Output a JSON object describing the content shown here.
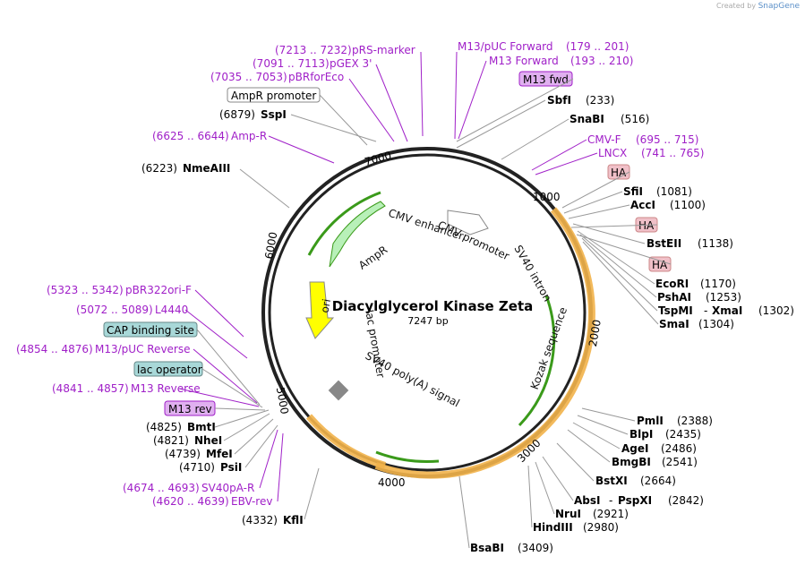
{
  "credit": {
    "prefix": "Created by",
    "brand": "SnapGene"
  },
  "plasmid": {
    "name": "Diacylglycerol Kinase Zeta",
    "size": "7247 bp"
  },
  "ticks": [
    "1000",
    "2000",
    "3000",
    "4000",
    "5000",
    "6000",
    "7000"
  ],
  "primers": [
    {
      "range": "(7213 .. 7232)",
      "name": "pRS-marker"
    },
    {
      "range": "(7091 .. 7113)",
      "name": "pGEX 3'"
    },
    {
      "range": "(7035 .. 7053)",
      "name": "pBRforEco"
    },
    {
      "range": "(6625 .. 6644)",
      "name": "Amp-R"
    },
    {
      "range": "(179 .. 201)",
      "name": "M13/pUC Forward"
    },
    {
      "range": "(193 .. 210)",
      "name": "M13 Forward"
    },
    {
      "range": "(695 .. 715)",
      "name": "CMV-F"
    },
    {
      "range": "(741 .. 765)",
      "name": "LNCX"
    },
    {
      "range": "(5323 .. 5342)",
      "name": "pBR322ori-F"
    },
    {
      "range": "(5072 .. 5089)",
      "name": "L4440"
    },
    {
      "range": "(4854 .. 4876)",
      "name": "M13/pUC Reverse"
    },
    {
      "range": "(4841 .. 4857)",
      "name": "M13 Reverse"
    },
    {
      "range": "(4674 .. 4693)",
      "name": "SV40pA-R"
    },
    {
      "range": "(4620 .. 4639)",
      "name": "EBV-rev"
    }
  ],
  "sites": [
    {
      "name": "SbfI",
      "pos": "(233)"
    },
    {
      "name": "SnaBI",
      "pos": "(516)"
    },
    {
      "name": "SfiI",
      "pos": "(1081)"
    },
    {
      "name": "AccI",
      "pos": "(1100)"
    },
    {
      "name": "BstEII",
      "pos": "(1138)"
    },
    {
      "name": "EcoRI",
      "pos": "(1170)"
    },
    {
      "name": "PshAI",
      "pos": "(1253)"
    },
    {
      "name": "TspMI",
      "pos": "(1302)",
      "alt": "XmaI"
    },
    {
      "name": "SmaI",
      "pos": "(1304)"
    },
    {
      "name": "PmlI",
      "pos": "(2388)"
    },
    {
      "name": "BlpI",
      "pos": "(2435)"
    },
    {
      "name": "AgeI",
      "pos": "(2486)"
    },
    {
      "name": "BmgBI",
      "pos": "(2541)"
    },
    {
      "name": "BstXI",
      "pos": "(2664)"
    },
    {
      "name": "AbsI",
      "pos": "(2842)",
      "alt": "PspXI"
    },
    {
      "name": "NruI",
      "pos": "(2921)"
    },
    {
      "name": "HindIII",
      "pos": "(2980)"
    },
    {
      "name": "BsaBI",
      "pos": "(3409)"
    },
    {
      "name": "KflI",
      "pos": "(4332)"
    },
    {
      "name": "PsiI",
      "pos": "(4710)"
    },
    {
      "name": "MfeI",
      "pos": "(4739)"
    },
    {
      "name": "NheI",
      "pos": "(4821)"
    },
    {
      "name": "BmtI",
      "pos": "(4825)"
    },
    {
      "name": "NmeAIII",
      "pos": "(6223)"
    },
    {
      "name": "SspI",
      "pos": "(6879)"
    }
  ],
  "boxed": {
    "ampr_promoter": "AmpR promoter",
    "m13_fwd": "M13 fwd",
    "ha": "HA",
    "cap": "CAP binding site",
    "lac_operator": "lac operator",
    "m13_rev": "M13 rev"
  },
  "features": {
    "cmv_enhancer": "CMV enhancer",
    "cmv_promoter": "CMV promoter",
    "sv40_intron": "SV40 intron",
    "kozak": "Kozak sequence",
    "ampr": "AmpR",
    "ori": "ori",
    "lac_promoter": "lac promoter",
    "sv40_polya": "SV40 poly(A) signal"
  },
  "colors": {
    "primer": "#a020c8",
    "ampr": "#b8f0b8",
    "ori": "#ffff00",
    "orf": "#f2b24a",
    "green": "#3a9a1a",
    "m13": "#e0b0f0",
    "ha": "#f0c0c8",
    "lac": "#a8d8d8"
  }
}
